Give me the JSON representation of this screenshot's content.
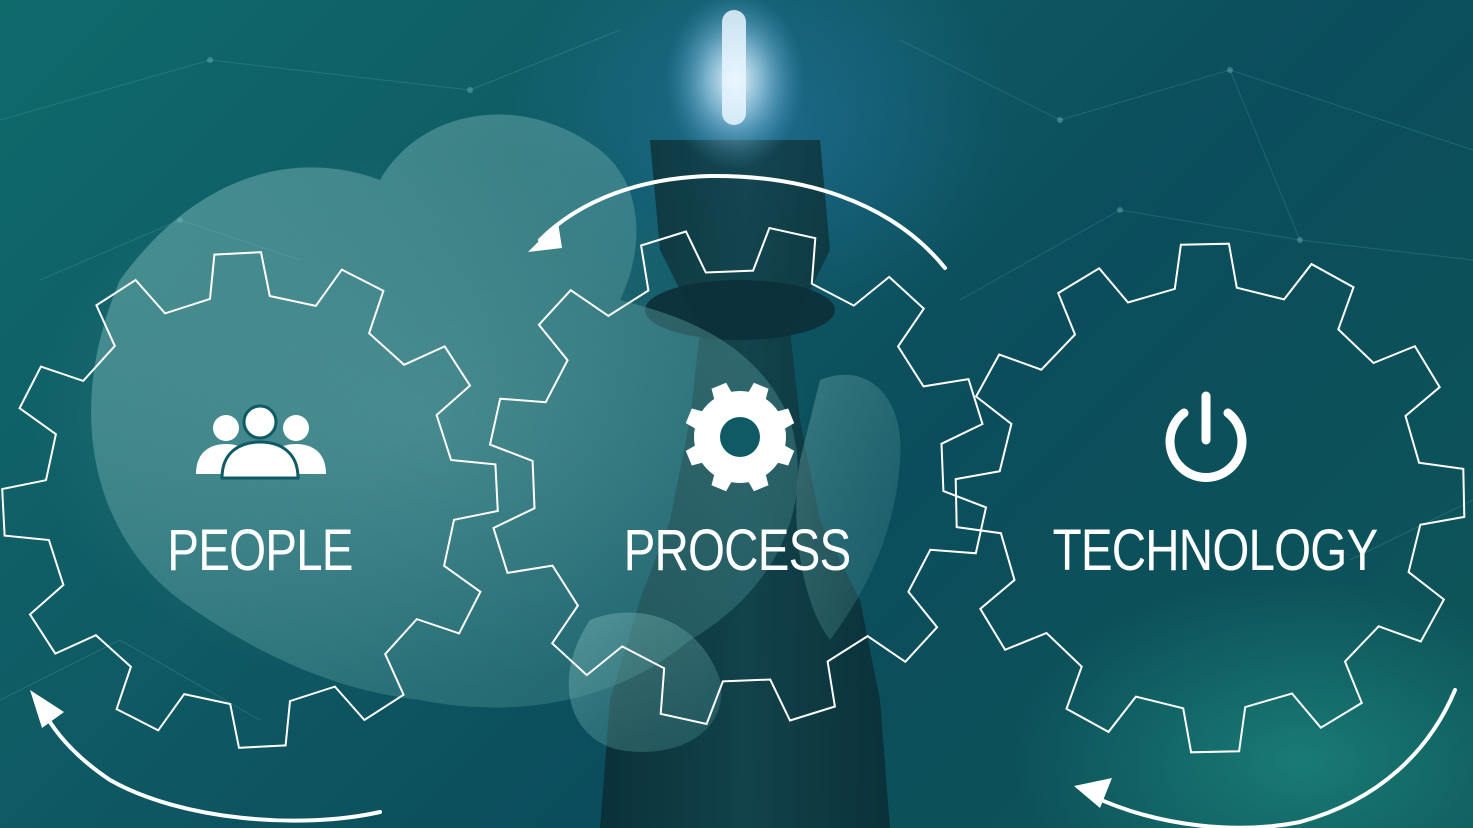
{
  "gears": [
    {
      "label": "PEOPLE",
      "icon": "people-icon"
    },
    {
      "label": "PROCESS",
      "icon": "gear-icon"
    },
    {
      "label": "TECHNOLOGY",
      "icon": "power-icon"
    }
  ],
  "colors": {
    "background_teal": "#0f5a64",
    "outline_white": "#ffffff"
  }
}
